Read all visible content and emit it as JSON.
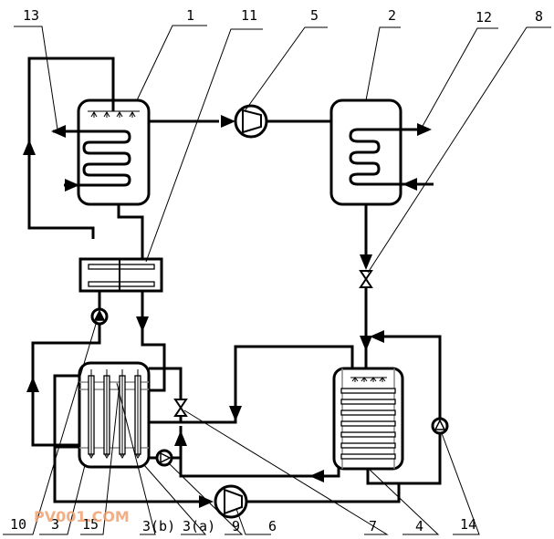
{
  "figure": {
    "type": "process-flow schematic",
    "watermark": "PV001.COM",
    "watermark_color": "#f0a070"
  },
  "labels": {
    "l1": "1",
    "l2": "2",
    "l3": "3",
    "l3a": "3(a)",
    "l3b": "3(b)",
    "l4": "4",
    "l5": "5",
    "l6": "6",
    "l7": "7",
    "l8": "8",
    "l9": "9",
    "l10": "10",
    "l11": "11",
    "l12": "12",
    "l13": "13",
    "l14": "14",
    "l15": "15"
  },
  "components": [
    {
      "id": "1",
      "kind": "vessel with spray header and coil (generator/absorber)"
    },
    {
      "id": "2",
      "kind": "vessel with coil (condenser)"
    },
    {
      "id": "3",
      "kind": "vessel with vertical tube bundle"
    },
    {
      "id": "3(a)",
      "kind": "tube element"
    },
    {
      "id": "3(b)",
      "kind": "tube element"
    },
    {
      "id": "4",
      "kind": "vessel with spray header and horizontal tube bundle"
    },
    {
      "id": "5",
      "kind": "compressor"
    },
    {
      "id": "6",
      "kind": "compressor"
    },
    {
      "id": "7",
      "kind": "valve"
    },
    {
      "id": "8",
      "kind": "expansion valve"
    },
    {
      "id": "9",
      "kind": "pump"
    },
    {
      "id": "10",
      "kind": "pump"
    },
    {
      "id": "11",
      "kind": "heat exchanger"
    },
    {
      "id": "12",
      "kind": "coil outlet"
    },
    {
      "id": "13",
      "kind": "coil outlet"
    },
    {
      "id": "14",
      "kind": "pump"
    },
    {
      "id": "15",
      "kind": "tube element"
    }
  ]
}
